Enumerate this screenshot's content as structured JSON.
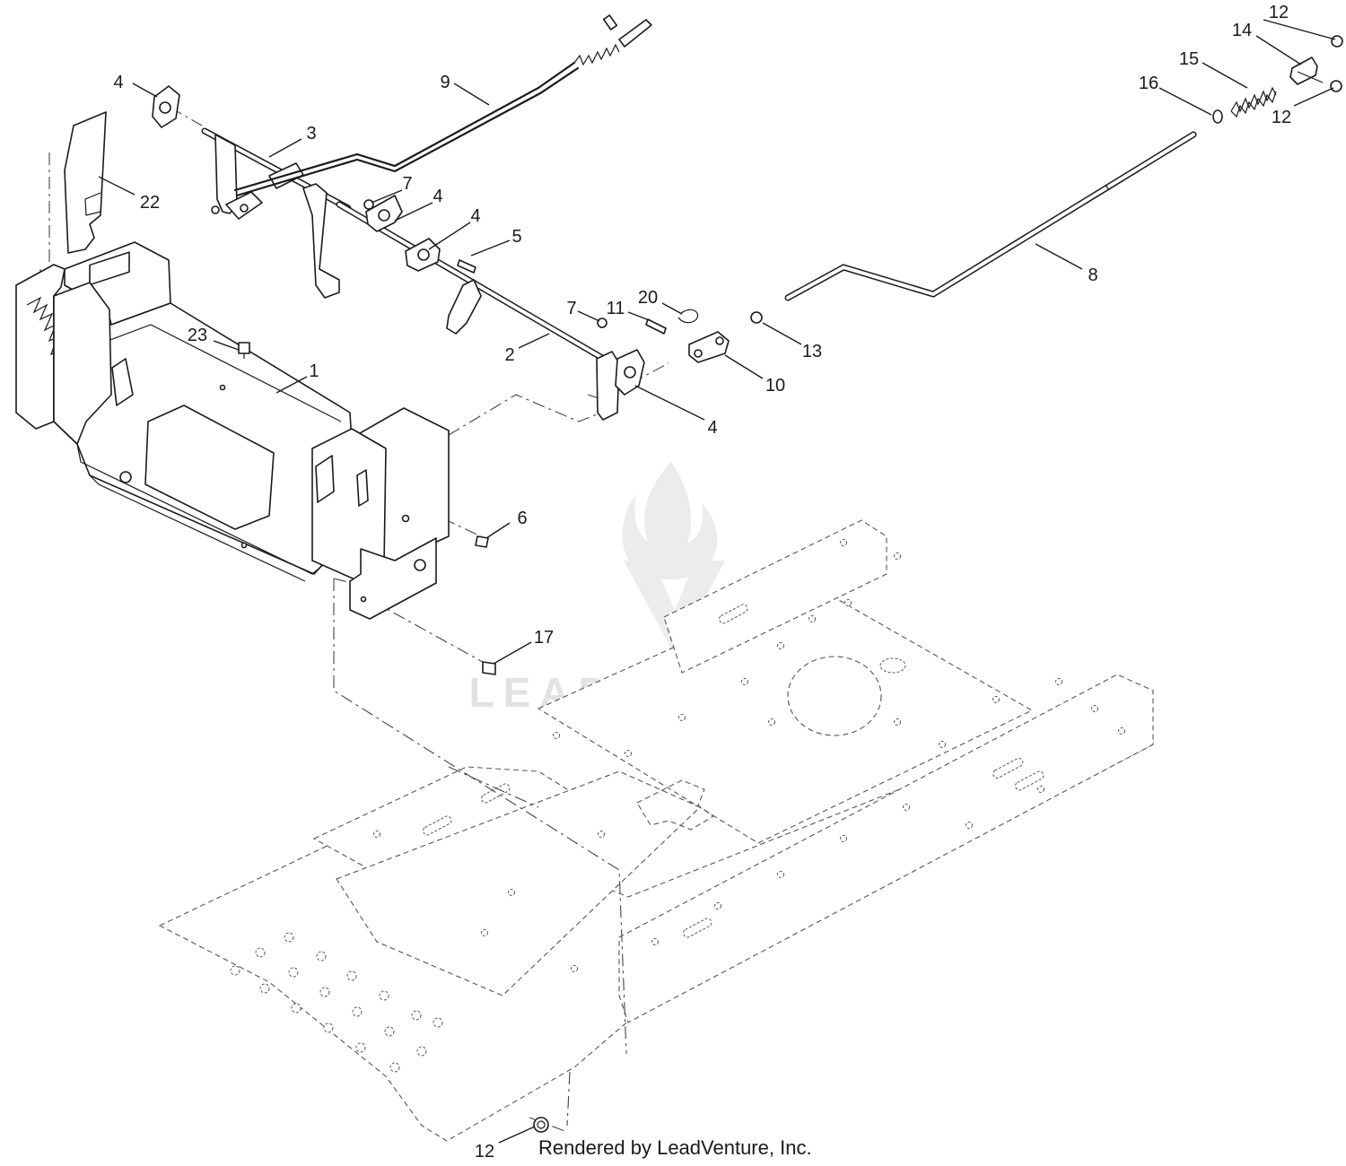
{
  "watermark": {
    "text": "LEADVENTURE",
    "logo_icon": "leadventure-flame-logo"
  },
  "credit": "Rendered by LeadVenture, Inc.",
  "callouts": {
    "c1": "1",
    "c2": "2",
    "c3": "3",
    "c4a": "4",
    "c4b": "4",
    "c4c": "4",
    "c4d": "4",
    "c5": "5",
    "c6": "6",
    "c7a": "7",
    "c7b": "7",
    "c8": "8",
    "c9": "9",
    "c10": "10",
    "c11": "11",
    "c12a": "12",
    "c12b": "12",
    "c12c": "12",
    "c13": "13",
    "c14": "14",
    "c15": "15",
    "c16": "16",
    "c17": "17",
    "c20": "20",
    "c22": "22",
    "c23": "23"
  },
  "colors": {
    "line": "#1a1a1a",
    "ghost": "#555555",
    "watermark": "#e2e2e2",
    "background": "#ffffff"
  }
}
